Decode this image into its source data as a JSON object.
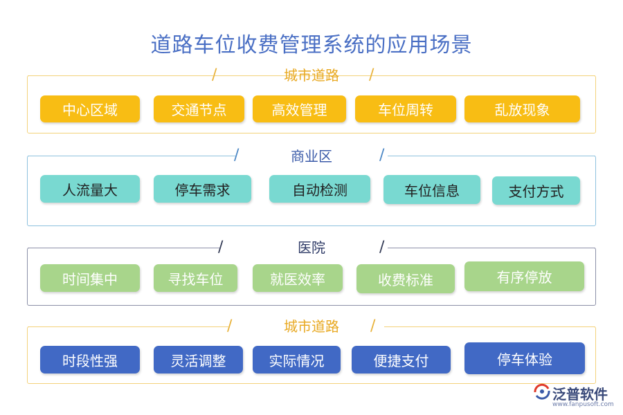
{
  "title": "道路车位收费管理系统的应用场景",
  "accent_colors": {
    "title": "#4a6fc4",
    "row1": "#f8bd14",
    "row2": "#79d9d1",
    "row3": "#a8d58b",
    "row4": "#4169c5"
  },
  "sections": [
    {
      "label": "城市道路",
      "items": [
        "中心区域",
        "交通节点",
        "高效管理",
        "车位周转",
        "乱放现象"
      ]
    },
    {
      "label": "商业区",
      "items": [
        "人流量大",
        "停车需求",
        "自动检测",
        "车位信息",
        "支付方式"
      ]
    },
    {
      "label": "医院",
      "items": [
        "时间集中",
        "寻找车位",
        "就医效率",
        "收费标准",
        "有序停放"
      ]
    },
    {
      "label": "城市道路",
      "items": [
        "时段性强",
        "灵活调整",
        "实际情况",
        "便捷支付",
        "停车体验"
      ]
    }
  ],
  "logo": {
    "name": "泛普软件",
    "url": "www.fanpusoft.com",
    "icon": "fanpu-logo-icon"
  }
}
